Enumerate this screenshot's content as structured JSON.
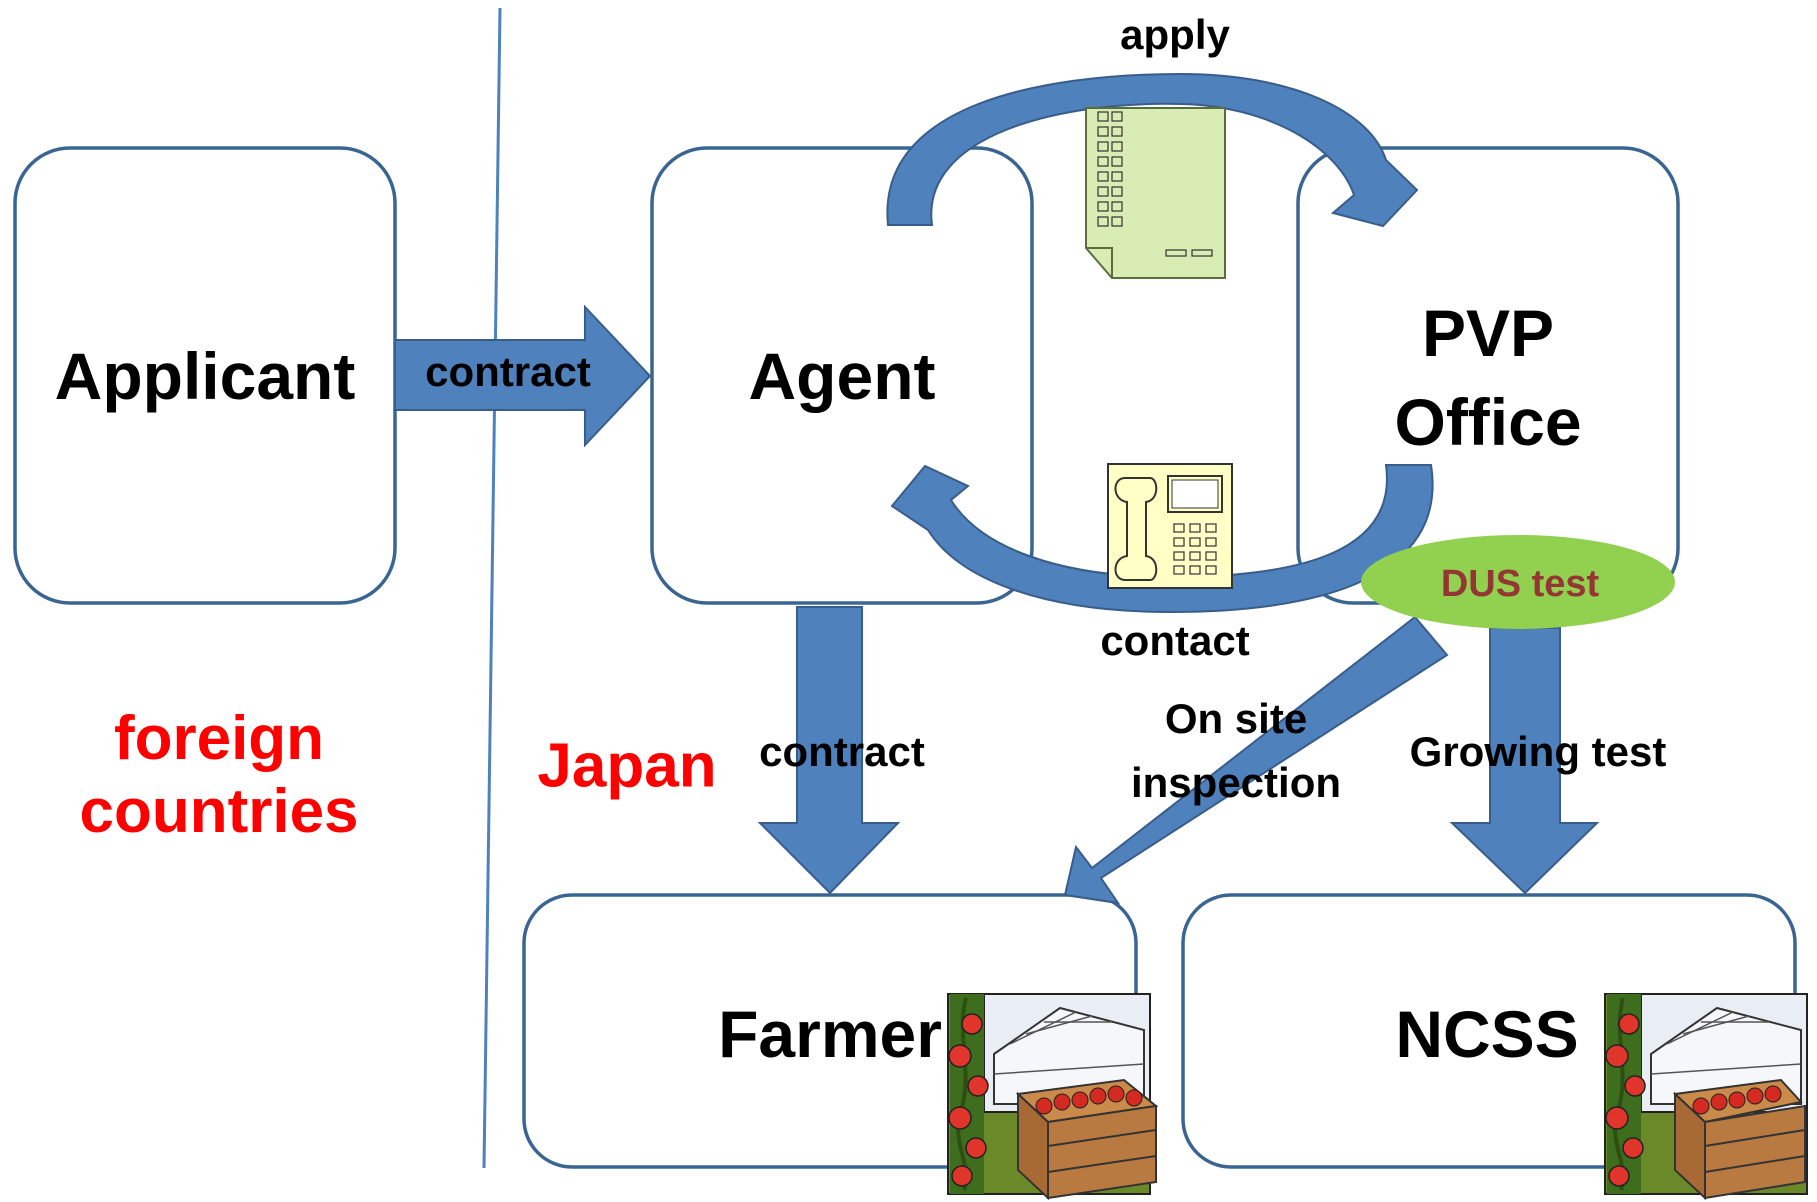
{
  "nodes": {
    "applicant": "Applicant",
    "agent": "Agent",
    "pvp_office_line1": "PVP",
    "pvp_office_line2": "Office",
    "farmer": "Farmer",
    "ncss": "NCSS"
  },
  "regions": {
    "foreign_line1": "foreign",
    "foreign_line2": "countries",
    "japan": "Japan"
  },
  "edges": {
    "applicant_to_agent": "contract",
    "agent_to_farmer": "contract",
    "agent_to_pvp": "apply",
    "pvp_to_agent": "contact",
    "dus_to_farmer_line1": "On site",
    "dus_to_farmer_line2": "inspection",
    "dus_to_ncss": "Growing test"
  },
  "dus_test": "DUS test",
  "colors": {
    "arrow_fill": "#4f81bd",
    "arrow_stroke": "#385d8a",
    "box_stroke": "#3a6592",
    "region_text": "#ff0000",
    "dus_fill": "#92d050",
    "dus_text": "#943634",
    "document_fill": "#d8ecb4",
    "phone_fill": "#ffffc6"
  },
  "icons": [
    "document-icon",
    "telephone-icon",
    "greenhouse-tomato-icon"
  ]
}
